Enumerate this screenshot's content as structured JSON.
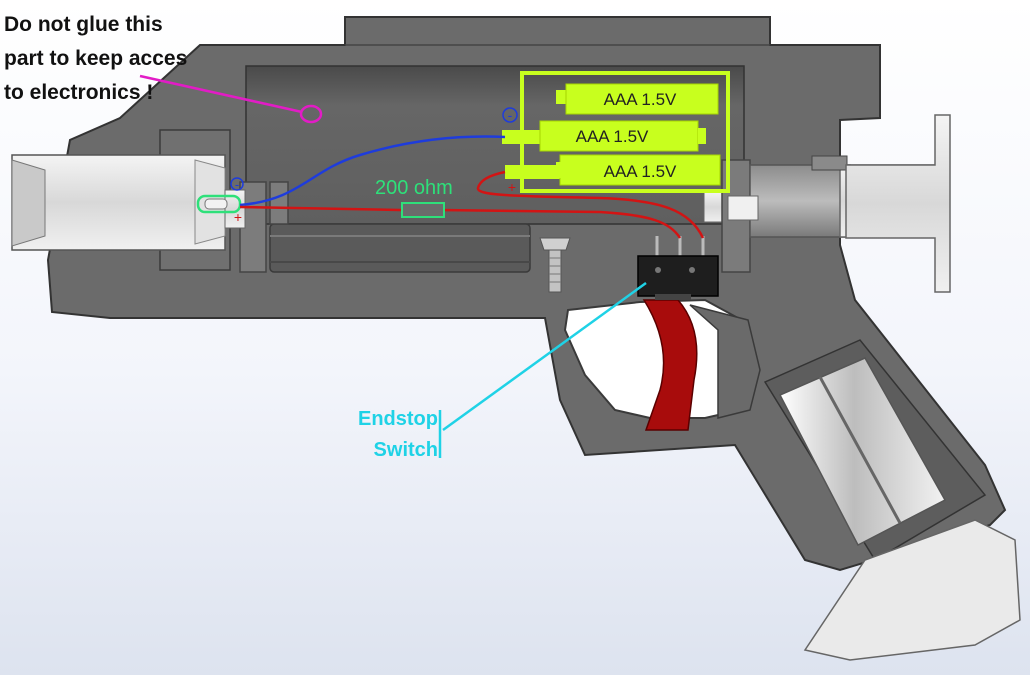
{
  "callouts": {
    "glue_note": "Do not glue this part to keep acces to electronics !",
    "switch_note": "Endstop Switch"
  },
  "components": {
    "batteries": [
      "AAA 1.5V",
      "AAA 1.5V",
      "AAA 1.5V"
    ],
    "resistor_label": "200 ohm",
    "polarity": {
      "minus": "-",
      "plus": "+"
    }
  },
  "colors": {
    "body_gray": "#6b6b6b",
    "body_dark": "#555555",
    "battery_green": "#c8ff1e",
    "wire_blue": "#1e3cdc",
    "wire_red": "#d21414",
    "trigger_red": "#a80c0c",
    "callout_magenta": "#e21cc6",
    "callout_cyan": "#1fd2e6",
    "resistor_green": "#2ee07a",
    "metal_light": "#e8e8e8"
  },
  "icons": [
    "screw-icon",
    "led-icon",
    "resistor-icon",
    "switch-icon",
    "battery-icon"
  ]
}
